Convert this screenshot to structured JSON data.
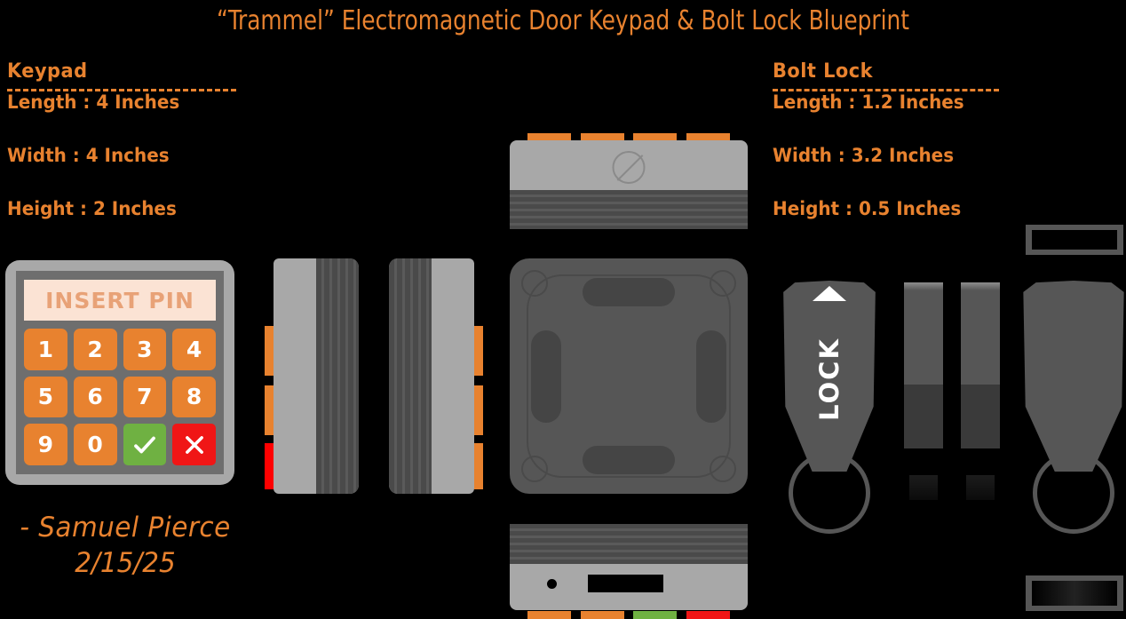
{
  "title": "“Trammel” Electromagnetic Door Keypad & Bolt Lock Blueprint",
  "accent_color": "#E8822F",
  "background_color": "#000000",
  "keypad_specs": {
    "heading": "Keypad",
    "lines": [
      "Length : 4 Inches",
      "Width : 4 Inches",
      "Height : 2 Inches"
    ]
  },
  "boltlock_specs": {
    "heading": "Bolt Lock",
    "lines": [
      "Length : 1.2 Inches",
      "Width : 3.2 Inches",
      "Height : 0.5 Inches"
    ]
  },
  "keypad": {
    "display_text": "INSERT PIN",
    "display_bg": "#FBE3D4",
    "display_text_color": "#E8A277",
    "frame_color": "#A8A8A8",
    "panel_color": "#6E6E6E",
    "key_color": "#E8822F",
    "confirm_color": "#6FB142",
    "cancel_color": "#F01616",
    "keys": [
      {
        "label": "1",
        "type": "digit"
      },
      {
        "label": "2",
        "type": "digit"
      },
      {
        "label": "3",
        "type": "digit"
      },
      {
        "label": "4",
        "type": "digit"
      },
      {
        "label": "5",
        "type": "digit"
      },
      {
        "label": "6",
        "type": "digit"
      },
      {
        "label": "7",
        "type": "digit"
      },
      {
        "label": "8",
        "type": "digit"
      },
      {
        "label": "9",
        "type": "digit"
      },
      {
        "label": "0",
        "type": "digit"
      },
      {
        "label": "",
        "type": "confirm",
        "icon": "check-icon"
      },
      {
        "label": "",
        "type": "cancel",
        "icon": "close-icon"
      }
    ]
  },
  "side_views": {
    "left_tabs": [
      "#E8822F",
      "#E8822F",
      "#FF0000"
    ],
    "right_tabs": [
      "#E8822F",
      "#E8822F",
      "#E8822F"
    ]
  },
  "top_view": {
    "tab_color": "#E8822F",
    "tab_count": 4,
    "detail_icon": "no-entry-screw-icon"
  },
  "bottom_view": {
    "tabs": [
      "#E8822F",
      "#E8822F",
      "#6FB142",
      "#F01616"
    ],
    "details": [
      "indicator-dot",
      "port-slot"
    ]
  },
  "back_plate": {
    "body_color": "#565656",
    "slot_color": "#454545",
    "corner_count": 4,
    "slot_count": 4
  },
  "bolt_lock": {
    "label": "LOCK",
    "arrow_icon": "arrow-up-icon",
    "body_color": "#565656",
    "bar_upper_color": "#565656",
    "bar_lower_color": "#3A3A3A"
  },
  "signature": {
    "name": "- Samuel Pierce",
    "date": "2/15/25"
  }
}
